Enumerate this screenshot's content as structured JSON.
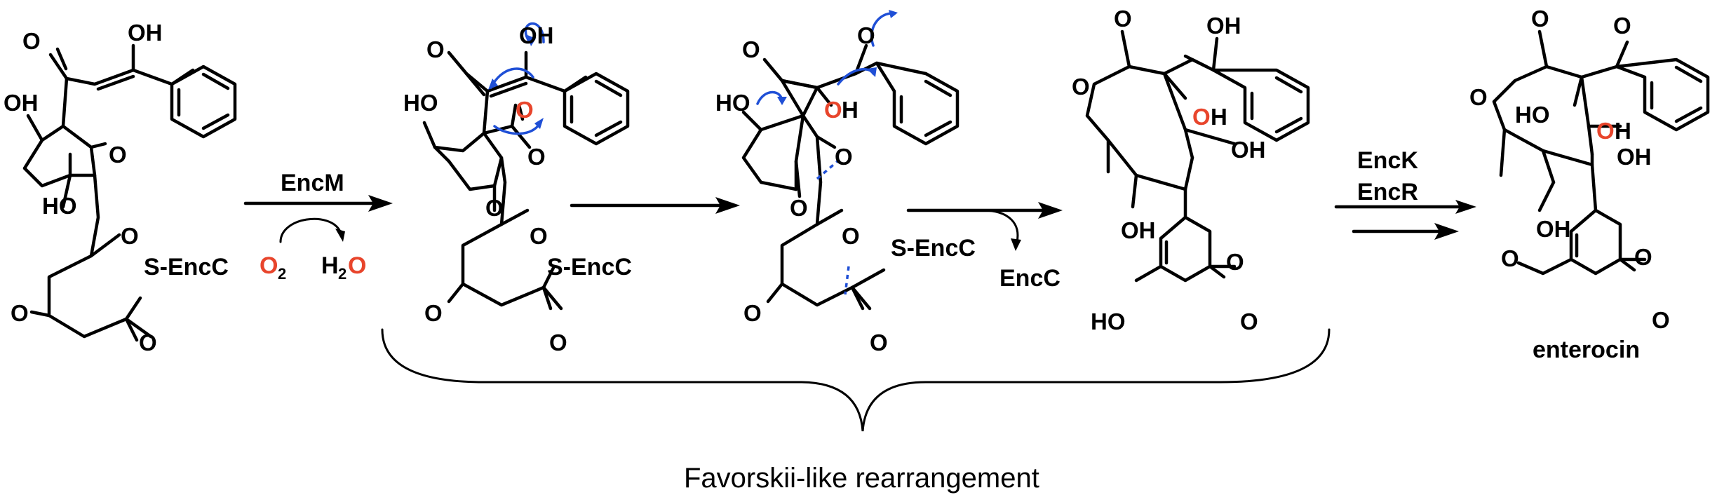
{
  "compound1": {
    "atoms": {
      "o_ketone1": "O",
      "oh_enol": "OH",
      "oh_ring": "OH",
      "ho_ring": "HO",
      "o_ketone2": "O",
      "o_ketone3": "O",
      "o_ketone4": "O",
      "o_thioester": "O"
    },
    "thioester": "S-EncC"
  },
  "step1": {
    "enzyme": "EncM",
    "cosubstrate": "O",
    "cosubstrate_sub": "2",
    "product_left": "H",
    "product_sub": "2",
    "product_right": "O"
  },
  "compound2": {
    "atoms": {
      "o_top": "O",
      "oh_enol": "OH",
      "oh_ring": "HO",
      "o_red": "O",
      "o_ketone_a": "O",
      "o_ketone_b": "O",
      "o_ketone_c": "O",
      "o_ketone_d": "O",
      "o_thioester": "O"
    },
    "thioester": "S-EncC"
  },
  "compound3": {
    "atoms": {
      "o_top": "O",
      "o_benzoyl": "O",
      "ho_left": "HO",
      "oh_red": "O",
      "oh_h": "H",
      "o_ketone_a": "O",
      "o_ketone_b": "O",
      "o_ketone_c": "O",
      "o_ketone_d": "O",
      "o_thioester": "O"
    },
    "thioester": "S-EncC"
  },
  "step3": {
    "leaving_group": "EncC"
  },
  "compound4": {
    "atoms": {
      "o_lactone_carbonyl": "O",
      "o_lactone_ring": "O",
      "oh_enol": "OH",
      "oh_red": "O",
      "oh_red_h": "H",
      "oh_right": "OH",
      "oh_bottom": "OH",
      "o_pyrone_ring": "O",
      "o_pyrone_carbonyl": "O",
      "ho_pyrone": "HO"
    }
  },
  "step4": {
    "enzyme_1": "EncK",
    "enzyme_2": "EncR"
  },
  "compound5": {
    "name": "enterocin",
    "atoms": {
      "o_lactone_carbonyl": "O",
      "o_benzoyl": "O",
      "o_lactone_ring": "O",
      "ho_inner": "HO",
      "oh_red": "O",
      "oh_red_h": "H",
      "oh_right": "OH",
      "oh_bottom": "OH",
      "o_pyrone_ring": "O",
      "o_pyrone_carbonyl": "O"
    }
  },
  "brace_caption": "Favorskii-like rearrangement",
  "colors": {
    "oxygen_highlight": "#e8452c",
    "arrow_pushing": "#1f4fd6",
    "bonds": "#000000"
  }
}
